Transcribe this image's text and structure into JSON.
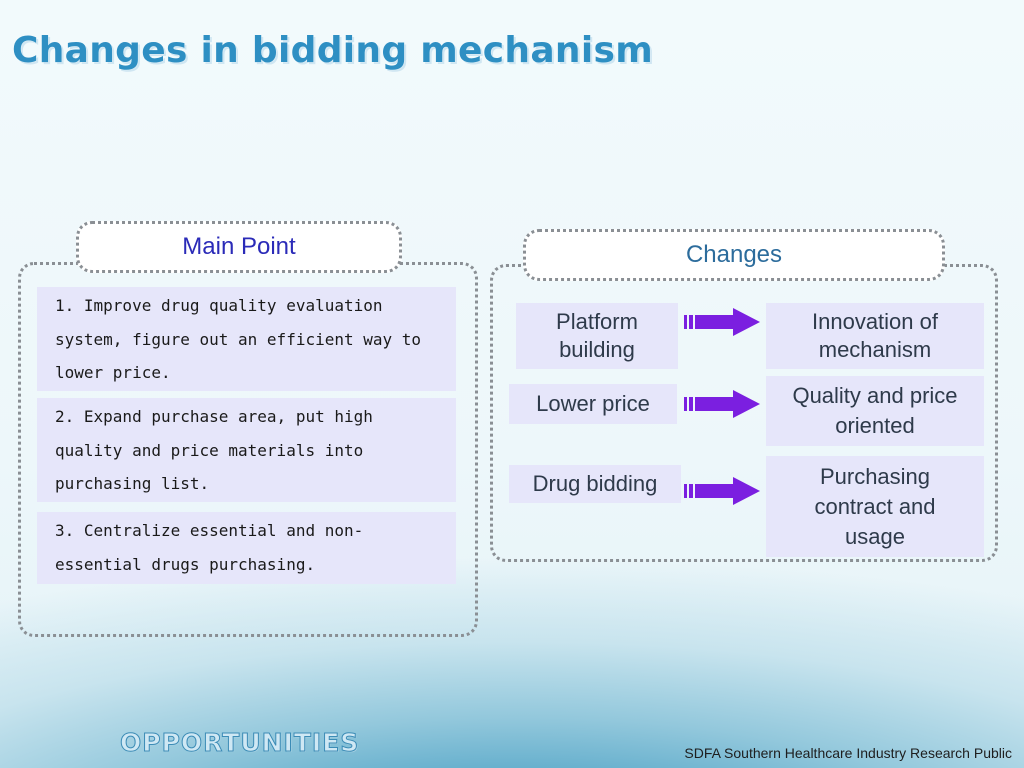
{
  "slide": {
    "title": "Changes in bidding mechanism"
  },
  "main_point": {
    "header": "Main Point",
    "items": [
      {
        "lines": [
          "1. Improve drug quality evaluation",
          "system, figure out an efficient way to",
          "lower price."
        ]
      },
      {
        "lines": [
          "2. Expand purchase area, put high",
          "quality and price materials into",
          "purchasing list."
        ]
      },
      {
        "lines": [
          "3. Centralize essential and non-",
          "essential drugs purchasing."
        ]
      }
    ]
  },
  "changes": {
    "header": "Changes",
    "rows": [
      {
        "from": "Platform\nbuilding",
        "to": "Innovation of\nmechanism"
      },
      {
        "from": "Lower price",
        "to": "Quality and price\noriented"
      },
      {
        "from": "Drug bidding",
        "to": "Purchasing\ncontract and\nusage"
      }
    ]
  },
  "footer": {
    "logo_text": "OPPORTUNITIES",
    "credit": "SDFA Southern Healthcare Industry Research Public"
  },
  "colors": {
    "title": "#2e8fc3",
    "box_fill": "#e6e6fa",
    "arrow": "#7b1fe0",
    "header_main": "#2b2bb8",
    "header_changes": "#2c6c9c"
  }
}
